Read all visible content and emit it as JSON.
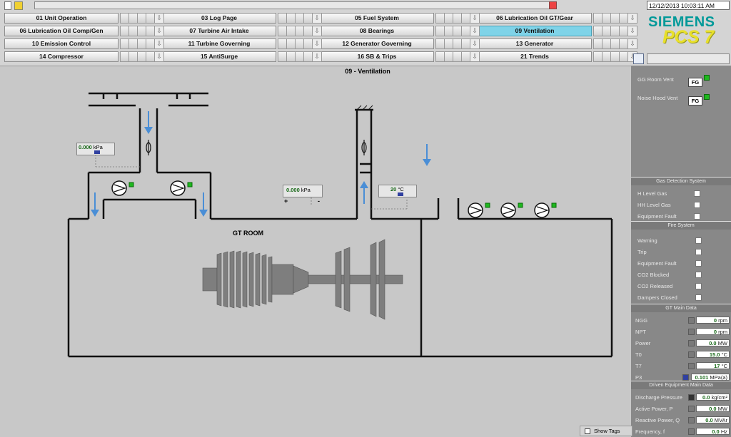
{
  "header": {
    "datetime": "12/12/2013 10:03:11 AM",
    "brand": "SIEMENS",
    "product": "PCS 7"
  },
  "nav": [
    {
      "label": "01 Unit Operation",
      "active": false
    },
    {
      "label": "03 Log Page",
      "active": false
    },
    {
      "label": "05 Fuel System",
      "active": false
    },
    {
      "label": "06 Lubrication Oil GT/Gear",
      "active": false
    },
    {
      "label": "06 Lubrication Oil Comp/Gen",
      "active": false
    },
    {
      "label": "07 Turbine Air Intake",
      "active": false
    },
    {
      "label": "08 Bearings",
      "active": false
    },
    {
      "label": "09 Ventilation",
      "active": true
    },
    {
      "label": "10 Emission Control",
      "active": false
    },
    {
      "label": "11 Turbine Governing",
      "active": false
    },
    {
      "label": "12 Generator Governing",
      "active": false
    },
    {
      "label": "13 Generator",
      "active": false
    },
    {
      "label": "14 Compressor",
      "active": false
    },
    {
      "label": "15 AntiSurge",
      "active": false
    },
    {
      "label": "16 SB & Trips",
      "active": false
    },
    {
      "label": "21 Trends",
      "active": false
    }
  ],
  "page_title": "09 - Ventilation",
  "mimic": {
    "gt_room_label": "GT ROOM",
    "dp_intake": {
      "value": "0.000",
      "unit": "kPa"
    },
    "dp_room": {
      "value": "0.000",
      "unit": "kPa",
      "plus": "+",
      "minus": "-"
    },
    "temp_room": {
      "value": "20",
      "unit": "°C"
    }
  },
  "vent": {
    "items": [
      {
        "label": "GG Room Vent",
        "value": "FG"
      },
      {
        "label": "Noise Hood Vent",
        "value": "FG"
      }
    ]
  },
  "gas": {
    "title": "Gas Detection System",
    "items": [
      "H Level Gas",
      "HH Level Gas",
      "Equipment Fault"
    ]
  },
  "fire": {
    "title": "Fire System",
    "items": [
      "Warning",
      "Trip",
      "Equipment Fault",
      "CO2 Blocked",
      "CO2 Released",
      "Dampers Closed"
    ]
  },
  "gt": {
    "title": "GT Main Data",
    "rows": [
      {
        "label": "NGG",
        "value": "0",
        "unit": "rpm"
      },
      {
        "label": "NPT",
        "value": "0",
        "unit": "rpm"
      },
      {
        "label": "Power",
        "value": "0.0",
        "unit": "MW"
      },
      {
        "label": "T0",
        "value": "15.0",
        "unit": "°C"
      },
      {
        "label": "T7",
        "value": "17",
        "unit": "°C"
      },
      {
        "label": "P3",
        "value": "0.101",
        "unit": "MPa(a)"
      }
    ]
  },
  "driven": {
    "title": "Driven Equipment Main Data",
    "rows": [
      {
        "label": "Discharge Pressure",
        "value": "0.0",
        "unit": "kg/cm²"
      },
      {
        "label": "Active Power, P",
        "value": "0.0",
        "unit": "MW"
      },
      {
        "label": "Reactive Power, Q",
        "value": "0.0",
        "unit": "MVAr"
      },
      {
        "label": "Frequency, f",
        "value": "0.0",
        "unit": "Hz"
      }
    ]
  },
  "show_tags": "Show Tags"
}
